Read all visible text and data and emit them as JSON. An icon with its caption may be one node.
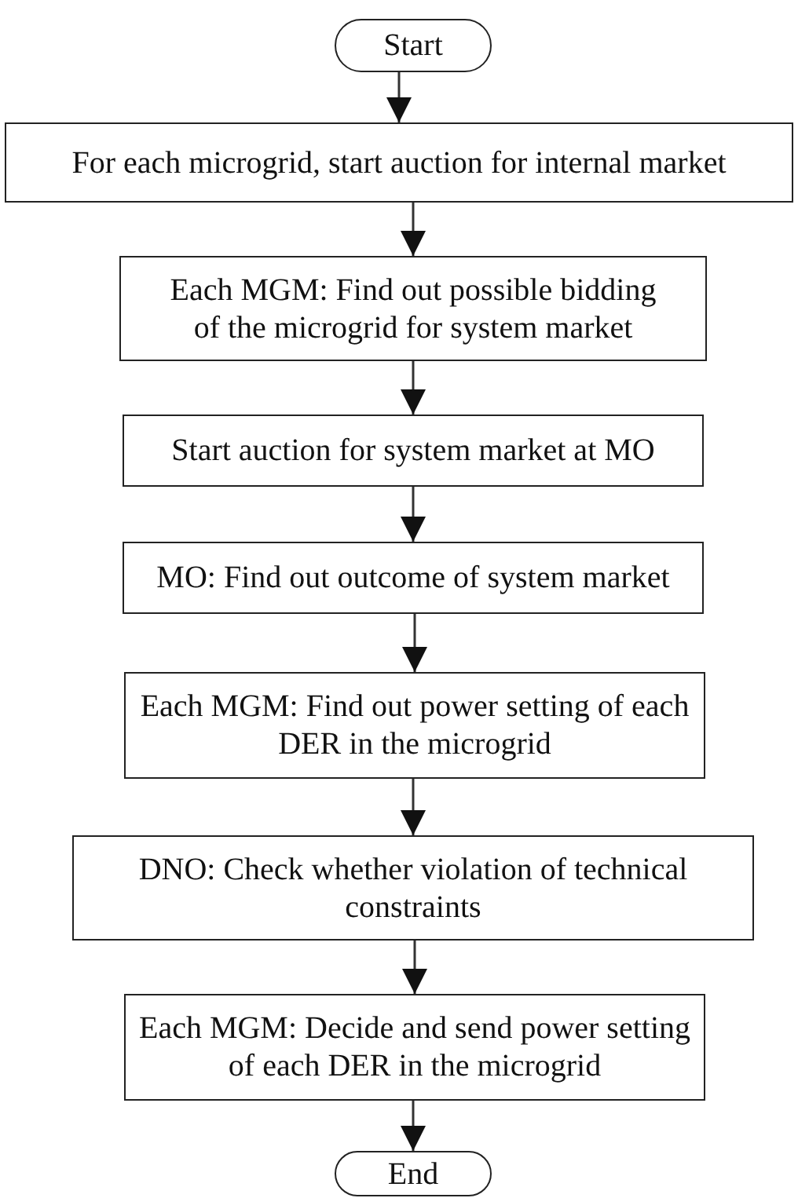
{
  "diagram": {
    "nodes": [
      {
        "text": [
          "Start"
        ]
      },
      {
        "text": [
          "For each microgrid, start auction for internal market"
        ]
      },
      {
        "text": [
          "Each MGM: Find out possible bidding of the microgrid for system market"
        ]
      },
      {
        "text": [
          "Start auction for system market at MO"
        ]
      },
      {
        "text": [
          "MO: Find out outcome of system market"
        ]
      },
      {
        "text": [
          "Each MGM: Find out power setting of each DER in the microgrid"
        ]
      },
      {
        "text": [
          "DNO: Check whether violation of technical constraints"
        ]
      },
      {
        "text": [
          "Each MGM: Decide and send power setting of each DER in the microgrid"
        ]
      },
      {
        "text": [
          "End"
        ]
      }
    ],
    "edges": [
      {
        "from": 0,
        "to": 1,
        "arrow": "to"
      },
      {
        "from": 1,
        "to": 2,
        "arrow": "to"
      },
      {
        "from": 2,
        "to": 3,
        "arrow": "to"
      },
      {
        "from": 3,
        "to": 4,
        "arrow": "to"
      },
      {
        "from": 4,
        "to": 5,
        "arrow": "to"
      },
      {
        "from": 5,
        "to": 6,
        "arrow": "to"
      },
      {
        "from": 6,
        "to": 7,
        "arrow": "to"
      },
      {
        "from": 7,
        "to": 8,
        "arrow": "to"
      }
    ]
  }
}
